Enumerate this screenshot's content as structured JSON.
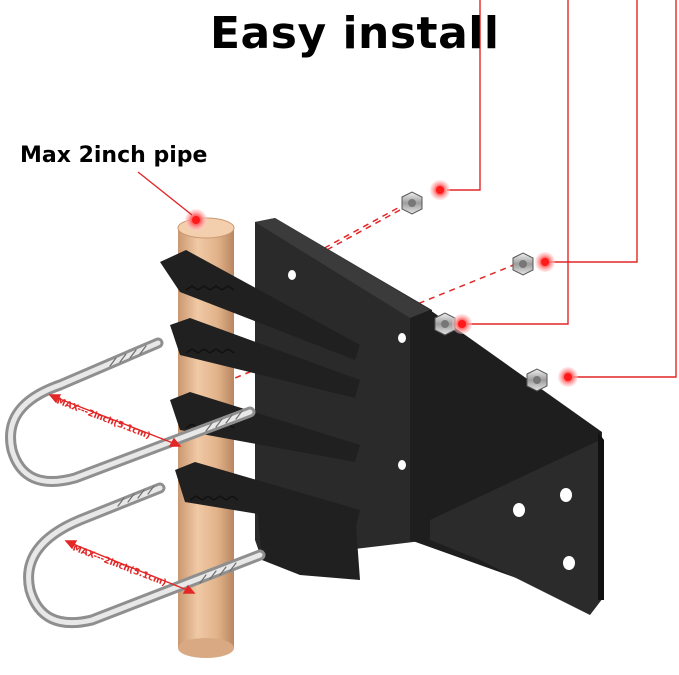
{
  "title": "Easy install",
  "pipe_label": "Max 2inch pipe",
  "ubolt_labels": [
    "MAX---2inch(5.1cm)",
    "MAX---2inch(5.1cm)"
  ],
  "colors": {
    "callout_red": "#e32626",
    "bracket_black": "#1c1c1c",
    "pipe_wood": "#e0b590",
    "steel": "#bfbfbf"
  },
  "icons": [
    "red-dot-marker-icon",
    "hex-nut-icon",
    "u-bolt-icon",
    "bracket-icon",
    "pipe-icon"
  ]
}
